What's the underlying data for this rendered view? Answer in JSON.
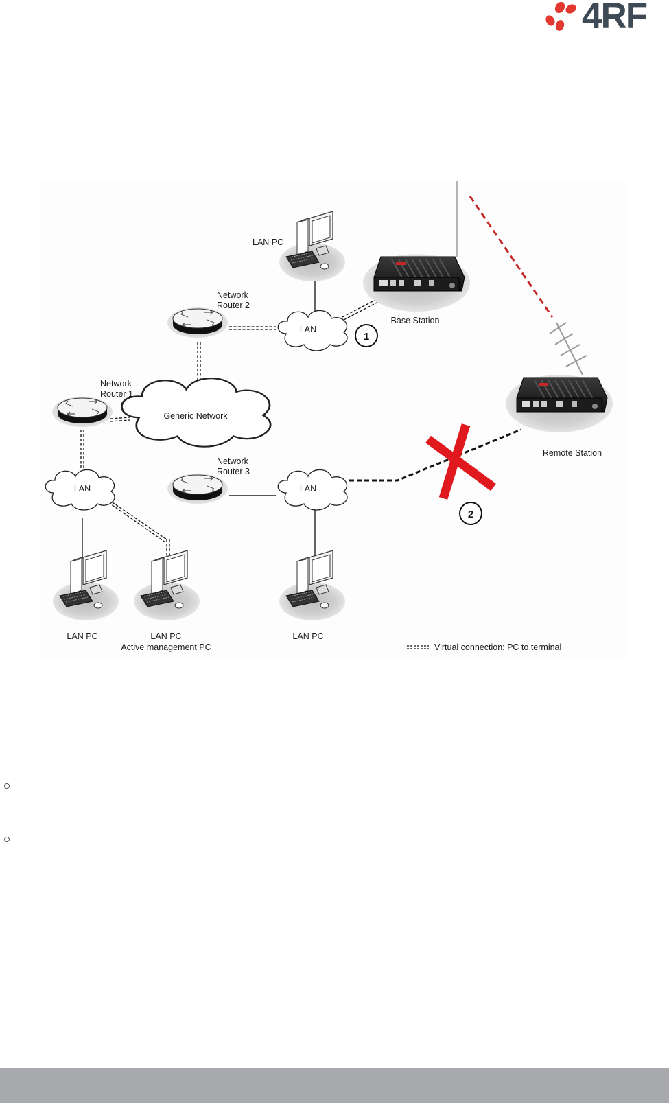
{
  "brand": {
    "logo_text": "4RF",
    "logo_color": "#3f4a57",
    "accent_color": "#e2382f"
  },
  "diagram": {
    "labels": {
      "lan_pc_top": "LAN PC",
      "router2_line1": "Network",
      "router2_line2": "Router 2",
      "router1_line1": "Network",
      "router1_line2": "Router 1",
      "router3_line1": "Network",
      "router3_line2": "Router 3",
      "lan_top": "LAN",
      "lan_left": "LAN",
      "lan_bottom": "LAN",
      "generic_network": "Generic Network",
      "base_station": "Base Station",
      "remote_station": "Remote Station",
      "lan_pc_bottom_left": "LAN PC",
      "lan_pc_bottom_mid": "LAN PC",
      "active_management_pc": "Active management PC",
      "lan_pc_bottom_right": "LAN PC",
      "callout_1": "1",
      "callout_2": "2",
      "legend": "Virtual connection: PC to terminal"
    },
    "colors": {
      "radio_link": "#c62828",
      "blocked_x": "#e0191f",
      "virtual_link": "#111111"
    }
  },
  "footer": {
    "color": "#a7a9ac"
  }
}
